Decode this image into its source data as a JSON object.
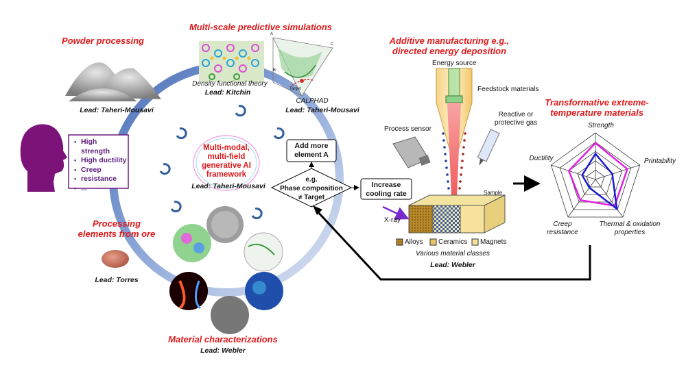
{
  "powder": {
    "title": "Powder processing",
    "lead": "Lead: Taheri-Mousavi"
  },
  "simulations": {
    "title": "Multi-scale predictive simulations",
    "dft": "Density functional theory",
    "dft_lead": "Lead: Kitchin",
    "calphad": "CALPHAD",
    "calphad_lead": "Lead: Taheri-Mousavi",
    "calphad_labels": [
      "A",
      "B",
      "C",
      "Target"
    ]
  },
  "requirements": [
    "High strength",
    "High ductility",
    "Creep",
    "resistance",
    "..."
  ],
  "ai": {
    "title_lines": [
      "Multi-modal,",
      "multi-field",
      "generative AI",
      "framework"
    ],
    "lead": "Lead: Taheri-Mousavi"
  },
  "decision": {
    "add_more": [
      "Add more",
      "element A"
    ],
    "condition": [
      "e.g.",
      "Phase composition",
      "≠ Target"
    ],
    "increase": [
      "Increase",
      "cooling rate"
    ]
  },
  "ore": {
    "title_lines": [
      "Processing",
      "elements from ore"
    ],
    "lead": "Lead: Torres"
  },
  "characterization": {
    "title": "Material characterizations",
    "lead": "Lead: Webler"
  },
  "am": {
    "title_lines": [
      "Additive manufacturing e.g.,",
      "directed energy deposition"
    ],
    "energy_source": "Energy source",
    "feedstock": "Feedstock materials",
    "gas": [
      "Reactive or",
      "protective gas"
    ],
    "sensor": "Process sensor",
    "sample": "Sample",
    "xray": "X-ray",
    "legend": [
      "Alloys",
      "Ceramics",
      "Magnets"
    ],
    "classes": "Various material classes",
    "lead": "Lead: Webler"
  },
  "extreme": {
    "title_lines": [
      "Transformative extreme-",
      "temperature materials"
    ],
    "axes": [
      "Strength",
      "Printability",
      "Thermal & oxidation properties",
      "Creep resistance",
      "Ductility"
    ],
    "axes_lines": {
      "thermal": [
        "Thermal & oxidation",
        "properties"
      ],
      "creep": [
        "Creep",
        "resistance"
      ]
    },
    "colors": {
      "series_a": "#e020e0",
      "series_b": "#1a1ad6"
    }
  },
  "colors": {
    "accent_red": "#e0191b",
    "purple": "#6b1a7e",
    "ring": "#5a7fc0"
  }
}
